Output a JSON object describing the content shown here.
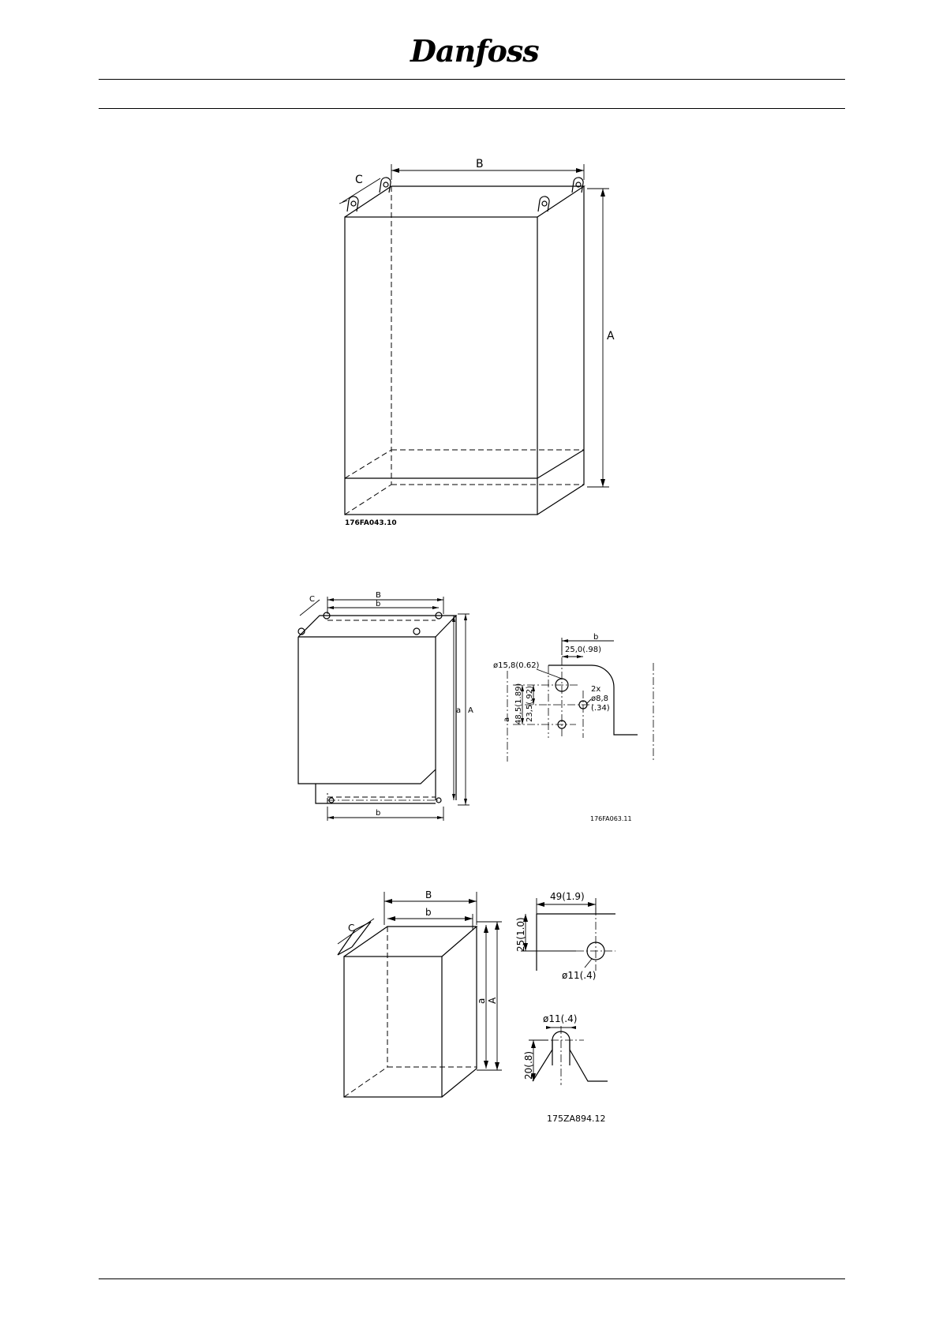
{
  "header": {
    "brand_logo": "Danfoss"
  },
  "figure1": {
    "label_B": "B",
    "label_C": "C",
    "label_A": "A",
    "drawing_code": "176FA043.10"
  },
  "figure2": {
    "label_C": "C",
    "label_B": "B",
    "label_b_top": "b",
    "label_a": "a",
    "label_A": "A",
    "label_b_bottom": "b",
    "detail_b": "b",
    "dim_25": "25,0(.98)",
    "dim_hole_large": "ø15,8(0.62)",
    "dim_48": "48,5(1.89)",
    "dim_23": "23,5(.92)",
    "detail_a": "a",
    "dim_2x": "2x",
    "dim_hole_small": "ø8,8",
    "dim_hole_small_in": "(.34)",
    "drawing_code": "176FA063.11"
  },
  "figure3": {
    "label_C": "C",
    "label_B": "B",
    "label_b": "b",
    "label_a": "a",
    "label_A": "A",
    "dim_49": "49(1.9)",
    "dim_25": "25(1.0)",
    "dim_hole_top": "ø11(.4)",
    "dim_hole_slot": "ø11(.4)",
    "dim_20": "20(.8)",
    "drawing_code": "175ZA894.12"
  }
}
